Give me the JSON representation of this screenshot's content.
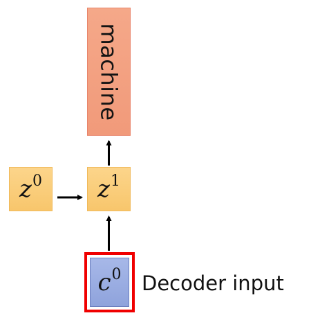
{
  "diagram": {
    "output": {
      "label": "machine",
      "color": "#f3a080"
    },
    "states": [
      {
        "symbol": "z",
        "superscript": "0",
        "color": "#fbcf80"
      },
      {
        "symbol": "z",
        "superscript": "1",
        "color": "#fbcf80"
      }
    ],
    "input": {
      "symbol": "c",
      "superscript": "0",
      "color": "#98abe0",
      "highlight_color": "#f00000",
      "caption": "Decoder input"
    }
  }
}
